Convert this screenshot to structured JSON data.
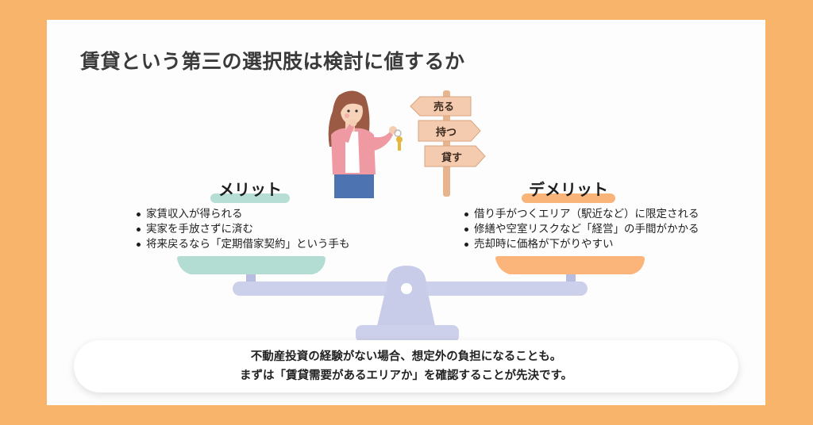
{
  "title": "賃貸という第三の選択肢は検討に値するか",
  "illustration": {
    "person": "woman-holding-key",
    "signpost": {
      "signs": [
        {
          "label": "売る",
          "direction": "left"
        },
        {
          "label": "持つ",
          "direction": "right"
        },
        {
          "label": "貸す",
          "direction": "right"
        }
      ]
    }
  },
  "merits": {
    "label": "メリット",
    "highlight_color": "#b6ded4",
    "items": [
      "家賃収入が得られる",
      "実家を手放さずに済む",
      "将来戻るなら「定期借家契約」という手も"
    ]
  },
  "demerits": {
    "label": "デメリット",
    "highlight_color": "#f9b47a",
    "items": [
      "借り手がつくエリア（駅近など）に限定される",
      "修繕や空室リスクなど「経営」の手間がかかる",
      "売却時に価格が下がりやすい"
    ]
  },
  "scale": {
    "left_pan_color": "#b3ddd3",
    "right_pan_color": "#fbb47a",
    "frame_color": "#cdd0ea"
  },
  "note": {
    "line1": "不動産投資の経験がない場合、想定外の負担になることも。",
    "line2": "まずは「賃貸需要があるエリアか」を確認することが先決です。"
  },
  "colors": {
    "background": "#f8b46b",
    "card": "#fdfdfd",
    "text": "#1e1e1e"
  }
}
